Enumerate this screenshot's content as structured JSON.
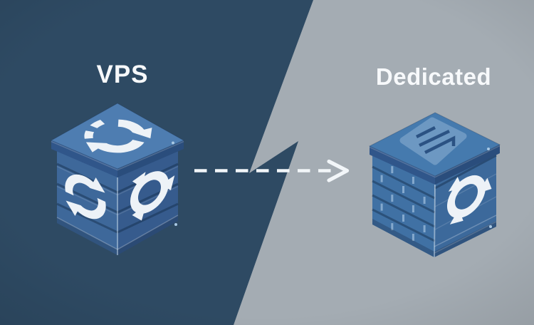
{
  "illustration": {
    "left_panel": {
      "label": "VPS",
      "icon": "vps-cube-recycle-arrows-icon"
    },
    "right_panel": {
      "label": "Dedicated",
      "icon": "dedicated-server-tower-icon"
    },
    "transition_arrow": {
      "icon": "dashed-arrow-right-icon",
      "direction": "right"
    }
  },
  "theme": {
    "navy_bg": "#2e4a63",
    "gray_bg": "#a4acb3",
    "title_color": "#f7f9fb",
    "arrow_color": "#f2f6f9",
    "icon_white": "#edf2f7",
    "vps_top": "#4e7db1",
    "vps_left": "#3e689a",
    "vps_right": "#365b8d",
    "ded_top": "#457aae",
    "ded_left": "#4071a4",
    "ded_right": "#3c699b"
  }
}
